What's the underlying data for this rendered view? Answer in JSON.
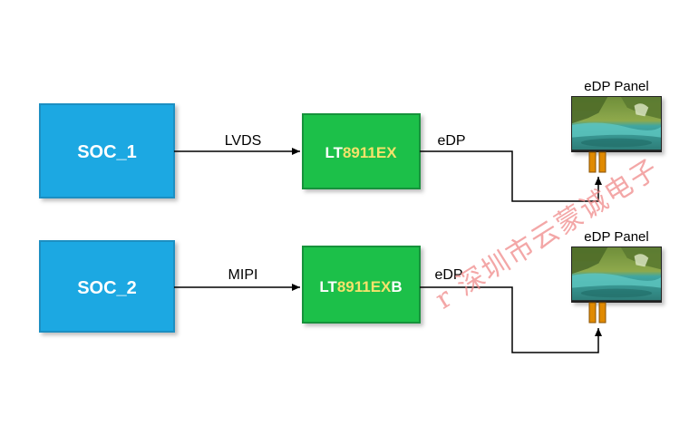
{
  "rows": [
    {
      "soc_label": "SOC_1",
      "link_in_label": "LVDS",
      "chip_prefix": "LT",
      "chip_number": "8911",
      "chip_suffix": "EX",
      "chip_tail": "",
      "link_out_label": "eDP",
      "panel_label": "eDP Panel"
    },
    {
      "soc_label": "SOC_2",
      "link_in_label": "MIPI",
      "chip_prefix": "LT",
      "chip_number": "8911",
      "chip_suffix": "EX",
      "chip_tail": "B",
      "link_out_label": "eDP",
      "panel_label": "eDP Panel"
    }
  ],
  "watermark_text": "r 深圳市云蒙诚电子",
  "colors": {
    "soc_fill": "#1aa8e2",
    "soc_border": "#1a8fc2",
    "chip_fill": "#1fc04a",
    "chip_border": "#13923a",
    "chip_text_white": "#ffffff",
    "chip_text_yellow": "#f5e26b",
    "connector": "#e08a00",
    "line": "#000000"
  }
}
